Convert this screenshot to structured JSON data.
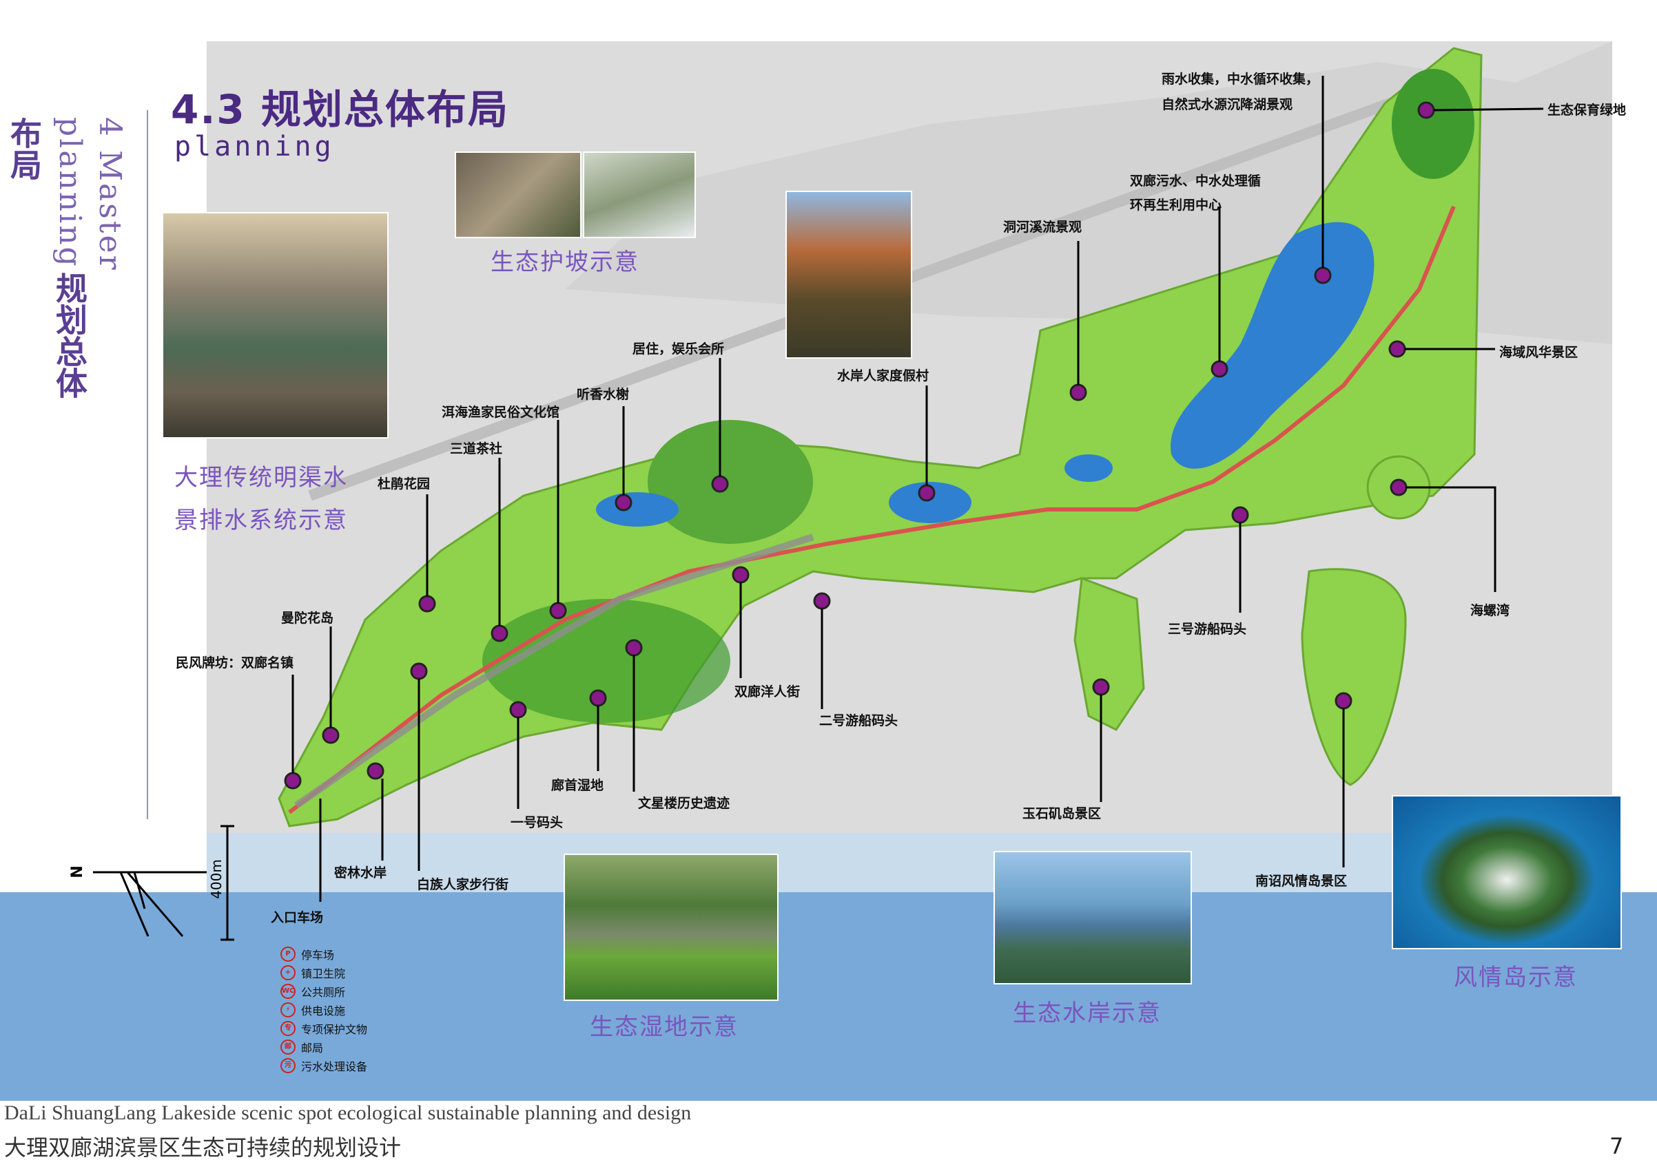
{
  "header": {
    "title": "4.3  规划总体布局",
    "subtitle": "planning",
    "side_en": "4 Master planning",
    "side_cn": "规划总体布局"
  },
  "photo_captions": {
    "water_system_line1": "大理传统明渠水",
    "water_system_line2": "景排水系统示意",
    "eco_slope": "生态护坡示意",
    "eco_wetland": "生态湿地示意",
    "eco_shore": "生态水岸示意",
    "island": "风情岛示意"
  },
  "map_labels": {
    "rain_collect_line1": "雨水收集，中水循环收集，",
    "rain_collect_line2": "自然式水源沉降湖景观",
    "eco_green": "生态保育绿地",
    "sewage_line1": "双廊污水、中水处理循",
    "sewage_line2": "环再生利用中心",
    "stream": "洞河溪流景观",
    "residential": "居住，娱乐会所",
    "waterfront_village": "水岸人家度假村",
    "ting_xiang": "听香水榭",
    "fisherman_museum": "洱海渔家民俗文化馆",
    "tea_house": "三道茶社",
    "azalea": "杜鹃花园",
    "datura": "曼陀花岛",
    "archway": "民风牌坊：双廊名镇",
    "haiyu": "海域风华景区",
    "conch_bay": "海螺湾",
    "pier3": "三号游船码头",
    "street": "双廊洋人街",
    "pier2": "二号游船码头",
    "wetland": "廊首湿地",
    "wenxing": "文星楼历史遗迹",
    "pier1": "一号码头",
    "forest_shore": "密林水岸",
    "bai_street": "白族人家步行街",
    "parking": "入口车场",
    "yushi": "玉石矶岛景区",
    "nanzhao": "南诏风情岛景区"
  },
  "scale": {
    "north": "N",
    "distance": "400m"
  },
  "legend": [
    {
      "icon": "parking-icon",
      "symbol": "P",
      "label": "停车场"
    },
    {
      "icon": "clinic-icon",
      "symbol": "+",
      "label": "镇卫生院"
    },
    {
      "icon": "toilet-icon",
      "symbol": "WC",
      "label": "公共厕所"
    },
    {
      "icon": "power-icon",
      "symbol": "⚡",
      "label": "供电设施"
    },
    {
      "icon": "relic-icon",
      "symbol": "专",
      "label": "专项保护文物"
    },
    {
      "icon": "post-icon",
      "symbol": "邮",
      "label": "邮局"
    },
    {
      "icon": "sewage-icon",
      "symbol": "污",
      "label": "污水处理设备"
    }
  ],
  "footer": {
    "en": "DaLi ShuangLang Lakeside scenic spot ecological sustainable planning and design",
    "cn": "大理双廊湖滨景区生态可持续的规划设计",
    "page": "7"
  },
  "colors": {
    "title": "#4b2a82",
    "caption": "#7a55bd",
    "land": "#8fd24b",
    "park": "#3f9b2e",
    "water": "#2f80d0",
    "road": "#d9534f",
    "marker": "#8a1a8a"
  }
}
